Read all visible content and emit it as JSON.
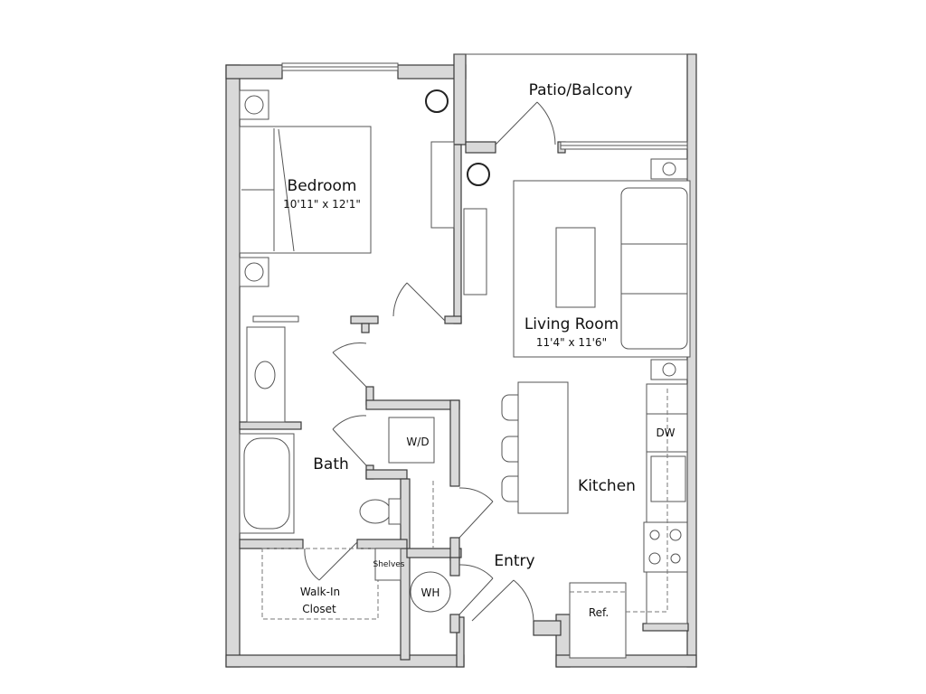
{
  "rooms": {
    "patio": {
      "name": "Patio/Balcony"
    },
    "bedroom": {
      "name": "Bedroom",
      "dims": "10'11\" x 12'1\""
    },
    "living": {
      "name": "Living Room",
      "dims": "11'4\" x 11'6\""
    },
    "bath": {
      "name": "Bath"
    },
    "kitchen": {
      "name": "Kitchen"
    },
    "entry": {
      "name": "Entry"
    },
    "closet": {
      "name_line1": "Walk-In",
      "name_line2": "Closet"
    }
  },
  "fixtures": {
    "washer_dryer": "W/D",
    "dishwasher": "DW",
    "water_heater": "WH",
    "refrigerator": "Ref.",
    "shelves": "Shelves"
  },
  "colors": {
    "wall_fill": "#d9d9d9",
    "line": "#3a3a3a"
  }
}
